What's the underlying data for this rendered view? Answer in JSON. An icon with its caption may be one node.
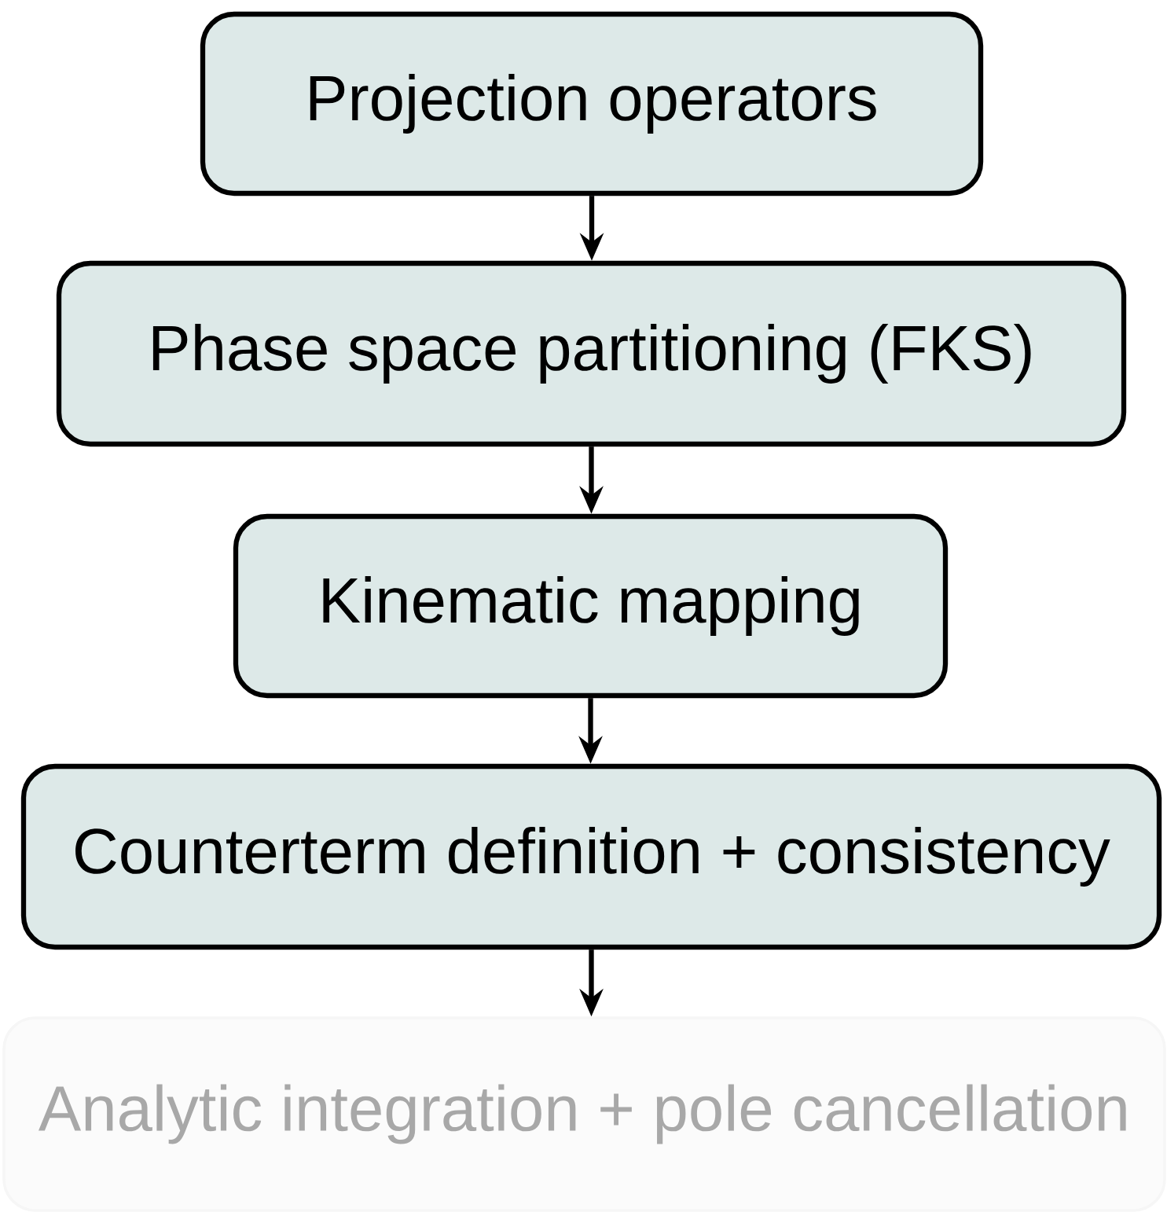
{
  "diagram": {
    "nodes": [
      {
        "text": [
          "Projection operators"
        ]
      },
      {
        "text": [
          "Phase space partitioning (FKS)"
        ]
      },
      {
        "text": [
          "Kinematic mapping"
        ]
      },
      {
        "text": [
          "Counterterm definition + consistency"
        ]
      },
      {
        "text": [
          "Analytic integration + pole cancellation"
        ]
      }
    ],
    "edges": [
      {
        "from": 0,
        "to": 1,
        "arrow": "to"
      },
      {
        "from": 1,
        "to": 2,
        "arrow": "to"
      },
      {
        "from": 2,
        "to": 3,
        "arrow": "to"
      },
      {
        "from": 3,
        "to": 4,
        "arrow": "to"
      }
    ]
  }
}
